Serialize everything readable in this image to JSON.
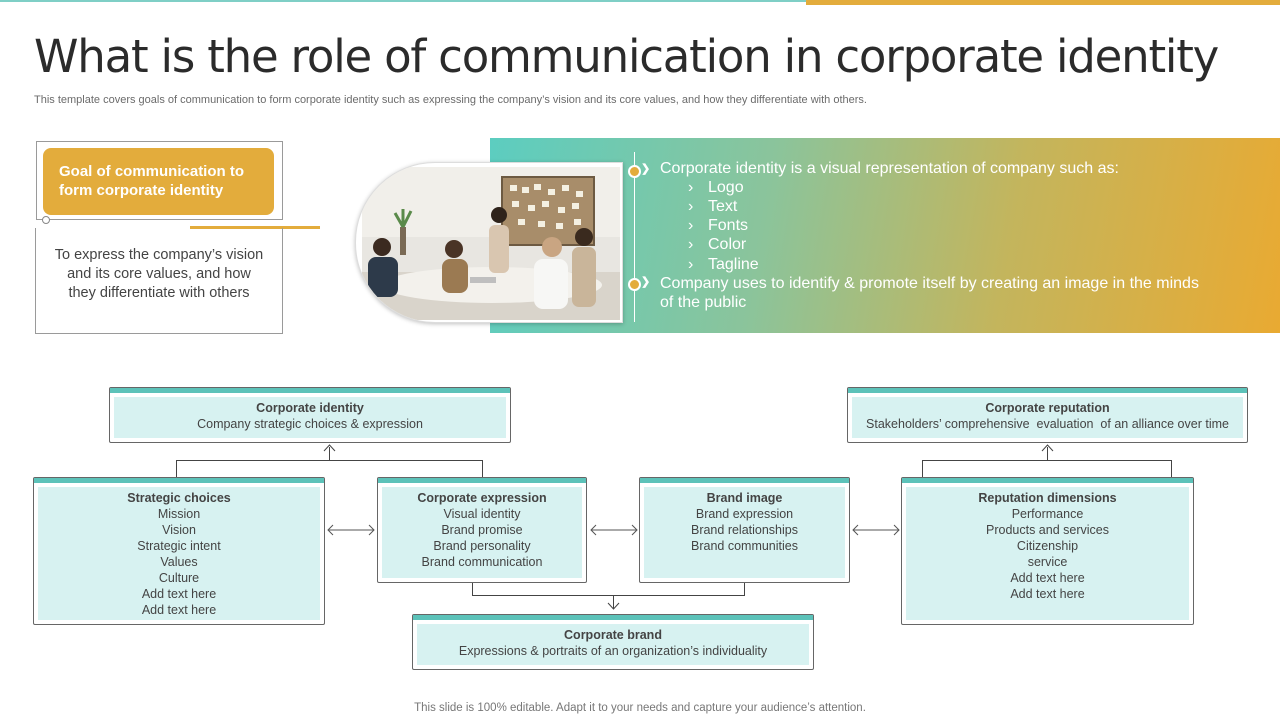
{
  "title": "What is the role of communication in corporate identity",
  "subtitle": "This template covers goals of communication to form corporate identity such as expressing the company’s vision and its core values, and how they differentiate with others.",
  "goal": {
    "heading": "Goal of communication to form corporate identity",
    "body": "To express the company’s vision and its core values, and how they differentiate with others"
  },
  "banner": {
    "point1": "Corporate identity is a visual representation of company such as:",
    "subitems": [
      "Logo",
      "Text",
      "Fonts",
      "Color",
      "Tagline"
    ],
    "subarrow": "›",
    "point2_line1": "Company uses to identify & promote itself by creating an image in the minds",
    "point2_line2": "of the public"
  },
  "diagram": {
    "corporate_identity": {
      "heading": "Corporate identity",
      "lines": [
        "Company strategic choices & expression"
      ]
    },
    "corporate_reputation": {
      "heading": "Corporate reputation",
      "lines": [
        "Stakeholders’ comprehensive  evaluation  of an alliance over time"
      ]
    },
    "strategic_choices": {
      "heading": "Strategic choices",
      "lines": [
        "Mission",
        "Vision",
        "Strategic intent",
        "Values",
        "Culture",
        "Add text here",
        "Add text here"
      ]
    },
    "corporate_expression": {
      "heading": "Corporate expression",
      "lines": [
        "Visual identity",
        "Brand promise",
        "Brand personality",
        "Brand communication"
      ]
    },
    "brand_image": {
      "heading": "Brand image",
      "lines": [
        "Brand expression",
        "Brand relationships",
        "Brand communities"
      ]
    },
    "reputation_dimensions": {
      "heading": "Reputation dimensions",
      "lines": [
        "Performance",
        "Products and services",
        "Citizenship",
        "service",
        "Add text here",
        "Add text here"
      ]
    },
    "corporate_brand": {
      "heading": "Corporate brand",
      "lines": [
        "Expressions & portraits of an organization’s individuality"
      ]
    }
  },
  "footer": "This slide is 100% editable. Adapt it to your needs and capture your audience’s attention.",
  "colors": {
    "gold": "#e3ac3c",
    "teal": "#5cc2b9",
    "light_teal": "#d7f2f1"
  }
}
